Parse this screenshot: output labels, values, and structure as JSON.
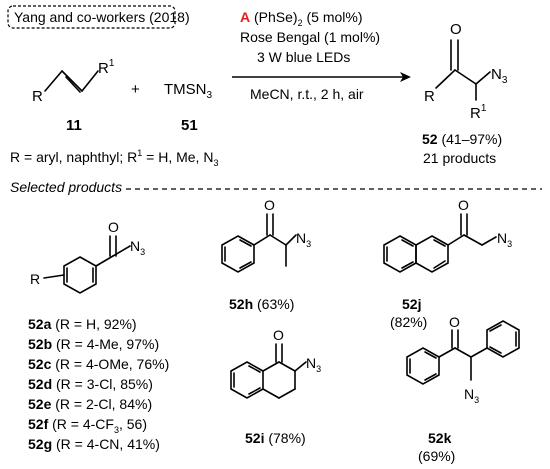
{
  "header": {
    "citation": "Yang and co-workers (2018)"
  },
  "reaction": {
    "reagent_letter": "A",
    "catalyst": "(PhSe)",
    "catalyst_sub": "2",
    "catalyst_load": " (5 mol%)",
    "photocat": "Rose Bengal (1 mol%)",
    "light": "3 W blue LEDs",
    "conditions": "MeCN, r.t., 2 h, air",
    "plus": "+",
    "reagent2_pre": "TMSN",
    "reagent2_sub": "3",
    "substrate_id": "11",
    "reagent2_id": "51",
    "product_id": "52",
    "product_yield": " (41–97%)",
    "product_count": "21 products",
    "scope_note": "R = aryl, naphthyl; R",
    "scope_note_sup": "1",
    "scope_note_tail": " = H, Me, N",
    "scope_note_sub": "3"
  },
  "atoms": {
    "R": "R",
    "R1": "R",
    "sup1": "1",
    "O": "O",
    "N3_main": "N",
    "sub3": "3"
  },
  "section": {
    "title": "Selected products"
  },
  "products": [
    {
      "id": "52a",
      "text": " (R = H, 92%)"
    },
    {
      "id": "52b",
      "text": " (R = 4-Me, 97%)"
    },
    {
      "id": "52c",
      "text": " (R = 4-OMe, 76%)"
    },
    {
      "id": "52d",
      "text": " (R = 3-Cl, 85%)"
    },
    {
      "id": "52e",
      "text": " (R = 2-Cl, 84%)"
    },
    {
      "id": "52f",
      "text": " (R = 4-CF",
      "sub": "3",
      "tail": ", 56)"
    },
    {
      "id": "52g",
      "text": " (R = 4-CN, 41%)"
    },
    {
      "id": "52h",
      "text": " (63%)"
    },
    {
      "id": "52j",
      "text": "(82%)"
    },
    {
      "id": "52i",
      "text": " (78%)"
    },
    {
      "id": "52k",
      "text": "(69%)"
    }
  ]
}
